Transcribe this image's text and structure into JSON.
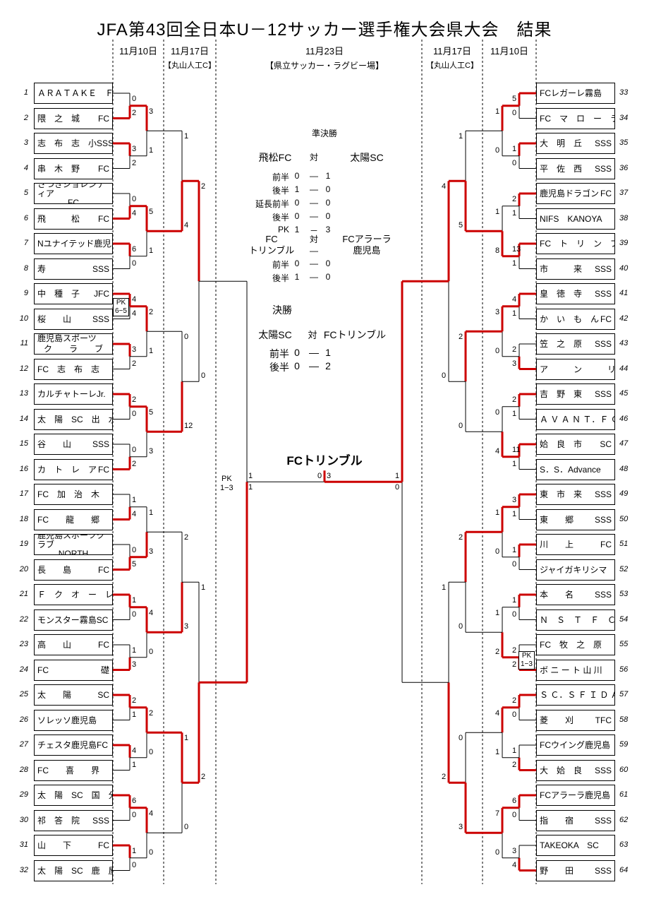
{
  "title": "JFA第43回全日本U－12サッカー選手権大会県大会　結果",
  "dates": {
    "left_r1": "11月10日",
    "left_r2": "11月17日",
    "center": "11月23日",
    "right_r2": "11月17日",
    "right_r1": "11月10日"
  },
  "venues": {
    "left": "【丸山人工C】",
    "center": "【県立サッカー・ラグビー場】",
    "right": "【丸山人工C】"
  },
  "teams": [
    {
      "n": 1,
      "name": "ＡＲＡＴＡＫＥ　ＦＣ"
    },
    {
      "n": 2,
      "name": "隈　之　城",
      "suffix": "FC"
    },
    {
      "n": 3,
      "name": "志　布　志　小",
      "suffix": "SSS"
    },
    {
      "n": 4,
      "name": "串　木　野",
      "suffix": "FC"
    },
    {
      "n": 5,
      "name": "さつきジョレンティア",
      "line2": "FC"
    },
    {
      "n": 6,
      "name": "飛　　　松",
      "suffix": "FC"
    },
    {
      "n": 7,
      "name": "Nユナイテッド鹿児島"
    },
    {
      "n": 8,
      "name": "寿",
      "suffix": "SSS"
    },
    {
      "n": 9,
      "name": "中　種　子",
      "suffix": "JFC"
    },
    {
      "n": 10,
      "name": "桜　　山",
      "suffix": "SSS"
    },
    {
      "n": 11,
      "name": "鹿児島スポーツ",
      "line2": "ク　　ラ　　ブ"
    },
    {
      "n": 12,
      "name": "FC　志　布　志"
    },
    {
      "n": 13,
      "name": "カルチャトーレJr."
    },
    {
      "n": 14,
      "name": "太　陽　SC　出　水"
    },
    {
      "n": 15,
      "name": "谷　　山",
      "suffix": "SSS"
    },
    {
      "n": 16,
      "name": "カ　ト　レ　ア",
      "suffix": "FC"
    },
    {
      "n": 17,
      "name": "FC　加　治　木"
    },
    {
      "n": 18,
      "name": "FC　　龍　　郷"
    },
    {
      "n": 19,
      "name": "鹿児島スポーツクラブ",
      "line2": "NORTH"
    },
    {
      "n": 20,
      "name": "長　　島",
      "suffix": "FC"
    },
    {
      "n": 21,
      "name": "Ｆ　ク　オ　ー　レ"
    },
    {
      "n": 22,
      "name": "モンスター霧島SC"
    },
    {
      "n": 23,
      "name": "高　　山",
      "suffix": "FC"
    },
    {
      "n": 24,
      "name": "FC",
      "suffix": "礎"
    },
    {
      "n": 25,
      "name": "太　　陽",
      "suffix": "SC"
    },
    {
      "n": 26,
      "name": "ソレッソ鹿児島"
    },
    {
      "n": 27,
      "name": "チェスタ鹿児島FC"
    },
    {
      "n": 28,
      "name": "FC　　喜　　界"
    },
    {
      "n": 29,
      "name": "太　陽　SC　国　分"
    },
    {
      "n": 30,
      "name": "祁　答　院",
      "suffix": "SSS"
    },
    {
      "n": 31,
      "name": "山　　下",
      "suffix": "FC"
    },
    {
      "n": 32,
      "name": "太　陽　SC　鹿　屋"
    },
    {
      "n": 33,
      "name": "FCレガーレ霧島"
    },
    {
      "n": 34,
      "name": "FC　マ　ロ　ー　ラ"
    },
    {
      "n": 35,
      "name": "大　明　丘",
      "suffix": "SSS"
    },
    {
      "n": 36,
      "name": "平　佐　西",
      "suffix": "SSS"
    },
    {
      "n": 37,
      "name": "鹿児島ドラゴン",
      "suffix": "FC"
    },
    {
      "n": 38,
      "name": "NIFS　KANOYA"
    },
    {
      "n": 39,
      "name": "FC　ト　リ　ン　ブ　ル"
    },
    {
      "n": 40,
      "name": "市　　　来",
      "suffix": "SSS"
    },
    {
      "n": 41,
      "name": "皇　徳　寺",
      "suffix": "SSS"
    },
    {
      "n": 42,
      "name": "か　い　も　ん",
      "suffix": "FC"
    },
    {
      "n": 43,
      "name": "笠　之　原",
      "suffix": "SSS"
    },
    {
      "n": 44,
      "name": "ア　　　ン　　　リ"
    },
    {
      "n": 45,
      "name": "吉　野　東",
      "suffix": "SSS"
    },
    {
      "n": 46,
      "name": "Ａ Ｖ Ａ Ｎ Ｔ．Ｆ Ｃ"
    },
    {
      "n": 47,
      "name": "姶　良　市",
      "suffix": "SC"
    },
    {
      "n": 48,
      "name": "S．S．Advance"
    },
    {
      "n": 49,
      "name": "東　市　来",
      "suffix": "SSS"
    },
    {
      "n": 50,
      "name": "東　　郷",
      "suffix": "SSS"
    },
    {
      "n": 51,
      "name": "川　　上",
      "suffix": "FC"
    },
    {
      "n": 52,
      "name": "ジャイガキリシマ"
    },
    {
      "n": 53,
      "name": "本　　名",
      "suffix": "SSS"
    },
    {
      "n": 54,
      "name": "Ｎ　Ｓ　Ｔ　Ｆ　Ｃ"
    },
    {
      "n": 55,
      "name": "FC　牧　之　原"
    },
    {
      "n": 56,
      "name": "ボ ニ ー ト 山 川"
    },
    {
      "n": 57,
      "name": "Ｓ Ｃ．Ｓ Ｆ Ｉ Ｄ Ａ"
    },
    {
      "n": 58,
      "name": "菱　　刈",
      "suffix": "TFC"
    },
    {
      "n": 59,
      "name": "FCウイング鹿児島"
    },
    {
      "n": 60,
      "name": "大　姶　良",
      "suffix": "SSS"
    },
    {
      "n": 61,
      "name": "FCアラーラ鹿児島"
    },
    {
      "n": 62,
      "name": "指　　宿",
      "suffix": "SSS"
    },
    {
      "n": 63,
      "name": "TAKEOKA　SC"
    },
    {
      "n": 64,
      "name": "野　　田",
      "suffix": "SSS"
    }
  ],
  "rounds": {
    "r1_left": [
      [
        0,
        2
      ],
      [
        3,
        2
      ],
      [
        0,
        4
      ],
      [
        6,
        0
      ],
      [
        4,
        4
      ],
      [
        3,
        2
      ],
      [
        2,
        0
      ],
      [
        0,
        2
      ],
      [
        1,
        4
      ],
      [
        0,
        5
      ],
      [
        1,
        0
      ],
      [
        1,
        3
      ],
      [
        2,
        1
      ],
      [
        4,
        1
      ],
      [
        6,
        0
      ],
      [
        1,
        0
      ]
    ],
    "r2_left": [
      [
        3,
        1
      ],
      [
        5,
        1
      ],
      [
        2,
        1
      ],
      [
        5,
        3
      ],
      [
        1,
        3
      ],
      [
        4,
        0
      ],
      [
        2,
        0
      ],
      [
        4,
        0
      ]
    ],
    "r3_left": [
      [
        1,
        4
      ],
      [
        0,
        12
      ],
      [
        2,
        3
      ],
      [
        1,
        0
      ]
    ],
    "qf_left": [
      [
        2,
        0
      ],
      [
        1,
        2
      ]
    ],
    "r1_right": [
      [
        5,
        0
      ],
      [
        1,
        0
      ],
      [
        2,
        1
      ],
      [
        13,
        1
      ],
      [
        4,
        1
      ],
      [
        2,
        3
      ],
      [
        2,
        1
      ],
      [
        11,
        1
      ],
      [
        3,
        1
      ],
      [
        1,
        0
      ],
      [
        1,
        0
      ],
      [
        2,
        2
      ],
      [
        2,
        0
      ],
      [
        1,
        2
      ],
      [
        6,
        0
      ],
      [
        3,
        4
      ]
    ],
    "r2_right": [
      [
        1,
        0
      ],
      [
        1,
        8
      ],
      [
        3,
        0
      ],
      [
        0,
        4
      ],
      [
        1,
        0
      ],
      [
        1,
        2
      ],
      [
        4,
        1
      ],
      [
        7,
        0
      ]
    ],
    "r3_right": [
      [
        1,
        5
      ],
      [
        2,
        0
      ],
      [
        2,
        0
      ],
      [
        0,
        3
      ]
    ],
    "qf_right": [
      [
        4,
        0
      ],
      [
        1,
        2
      ]
    ],
    "sf_left": [
      1,
      1
    ],
    "sf_right": [
      1,
      0
    ],
    "final": [
      "0",
      "3"
    ]
  },
  "pk_notes": {
    "r1_9_10": "PK\n6−5",
    "sf_left": "PK\n1−3",
    "r1_55_56": "PK\n1−3"
  },
  "semifinal": {
    "heading": "準決勝",
    "team_a": "飛松FC",
    "vs": "対",
    "team_b": "太陽SC",
    "rows": [
      {
        "label": "前半",
        "a": "0",
        "d": "―",
        "b": "1"
      },
      {
        "label": "後半",
        "a": "1",
        "d": "―",
        "b": "0"
      },
      {
        "label": "延長前半",
        "a": "0",
        "d": "―",
        "b": "0"
      },
      {
        "label": "後半",
        "a": "0",
        "d": "―",
        "b": "0"
      },
      {
        "label": "PK",
        "a": "1",
        "d": "－",
        "b": "3"
      }
    ],
    "team_c": "FC\nトリンブル",
    "vs2": "対\n―",
    "team_d": "FCアラーラ\n鹿児島",
    "rows2": [
      {
        "label": "前半",
        "a": "0",
        "d": "―",
        "b": "0"
      },
      {
        "label": "後半",
        "a": "1",
        "d": "―",
        "b": "0"
      }
    ]
  },
  "final": {
    "heading": "決勝",
    "team_a": "太陽SC",
    "vs": "対",
    "team_b": "FCトリンブル",
    "rows": [
      {
        "label": "前半",
        "a": "0",
        "d": "―",
        "b": "1"
      },
      {
        "label": "後半",
        "a": "0",
        "d": "―",
        "b": "2"
      }
    ]
  },
  "champion": "FCトリンブル",
  "colors": {
    "winner_line": "#cc0000",
    "line": "#000000"
  }
}
